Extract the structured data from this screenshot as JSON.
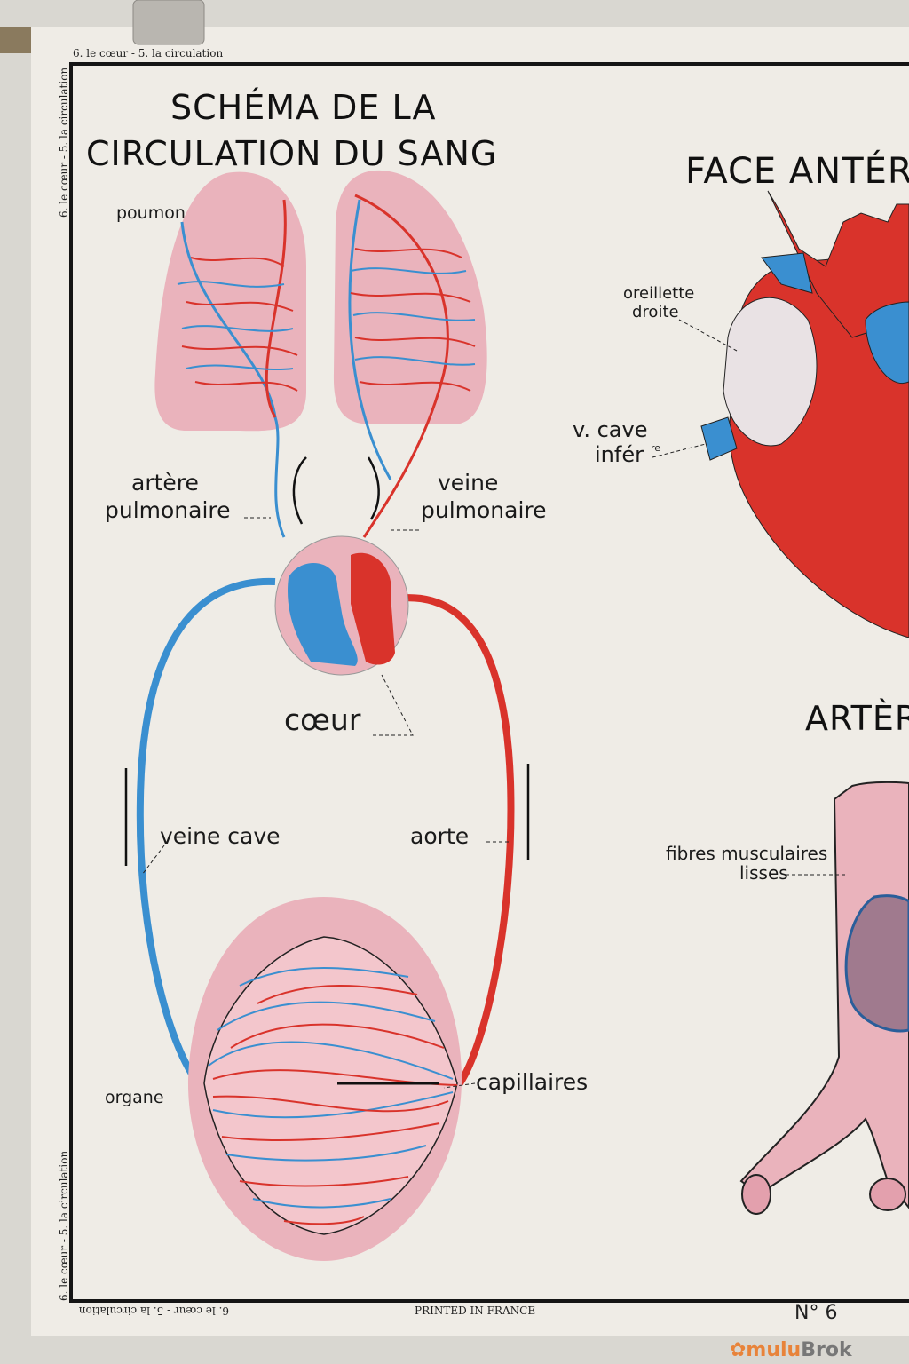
{
  "poster": {
    "header_ref": "6. le cœur - 5. la circulation",
    "side_ref": "6. le cœur - 5. la circulation",
    "bottom_ref_inverted": "6. le cœur - 5. la circulation",
    "printed": "PRINTED IN FRANCE",
    "number": "N° 6",
    "watermark": "muluBrok"
  },
  "schema": {
    "title_line1": "SCHÉMA DE LA",
    "title_line2": "CIRCULATION DU SANG",
    "labels": {
      "poumon": "poumon",
      "artere_pulmonaire_1": "artère",
      "artere_pulmonaire_2": "pulmonaire",
      "veine_pulmonaire_1": "veine",
      "veine_pulmonaire_2": "pulmonaire",
      "coeur": "cœur",
      "veine_cave": "veine cave",
      "aorte": "aorte",
      "organe": "organe",
      "capillaires": "capillaires"
    }
  },
  "face": {
    "title": "FACE ANTÉR",
    "labels": {
      "oreillette_1": "oreillette",
      "oreillette_2": "droite",
      "vcave_1": "v. cave",
      "vcave_2": "infér",
      "vcave_sup": "re"
    }
  },
  "artere": {
    "title": "ARTÈR",
    "labels": {
      "fibres_1": "fibres musculaires",
      "fibres_2": "lisses"
    }
  },
  "colors": {
    "blue": "#3a8fd0",
    "red": "#d9332b",
    "pink": "#eab3bc",
    "paper": "#efece6"
  }
}
